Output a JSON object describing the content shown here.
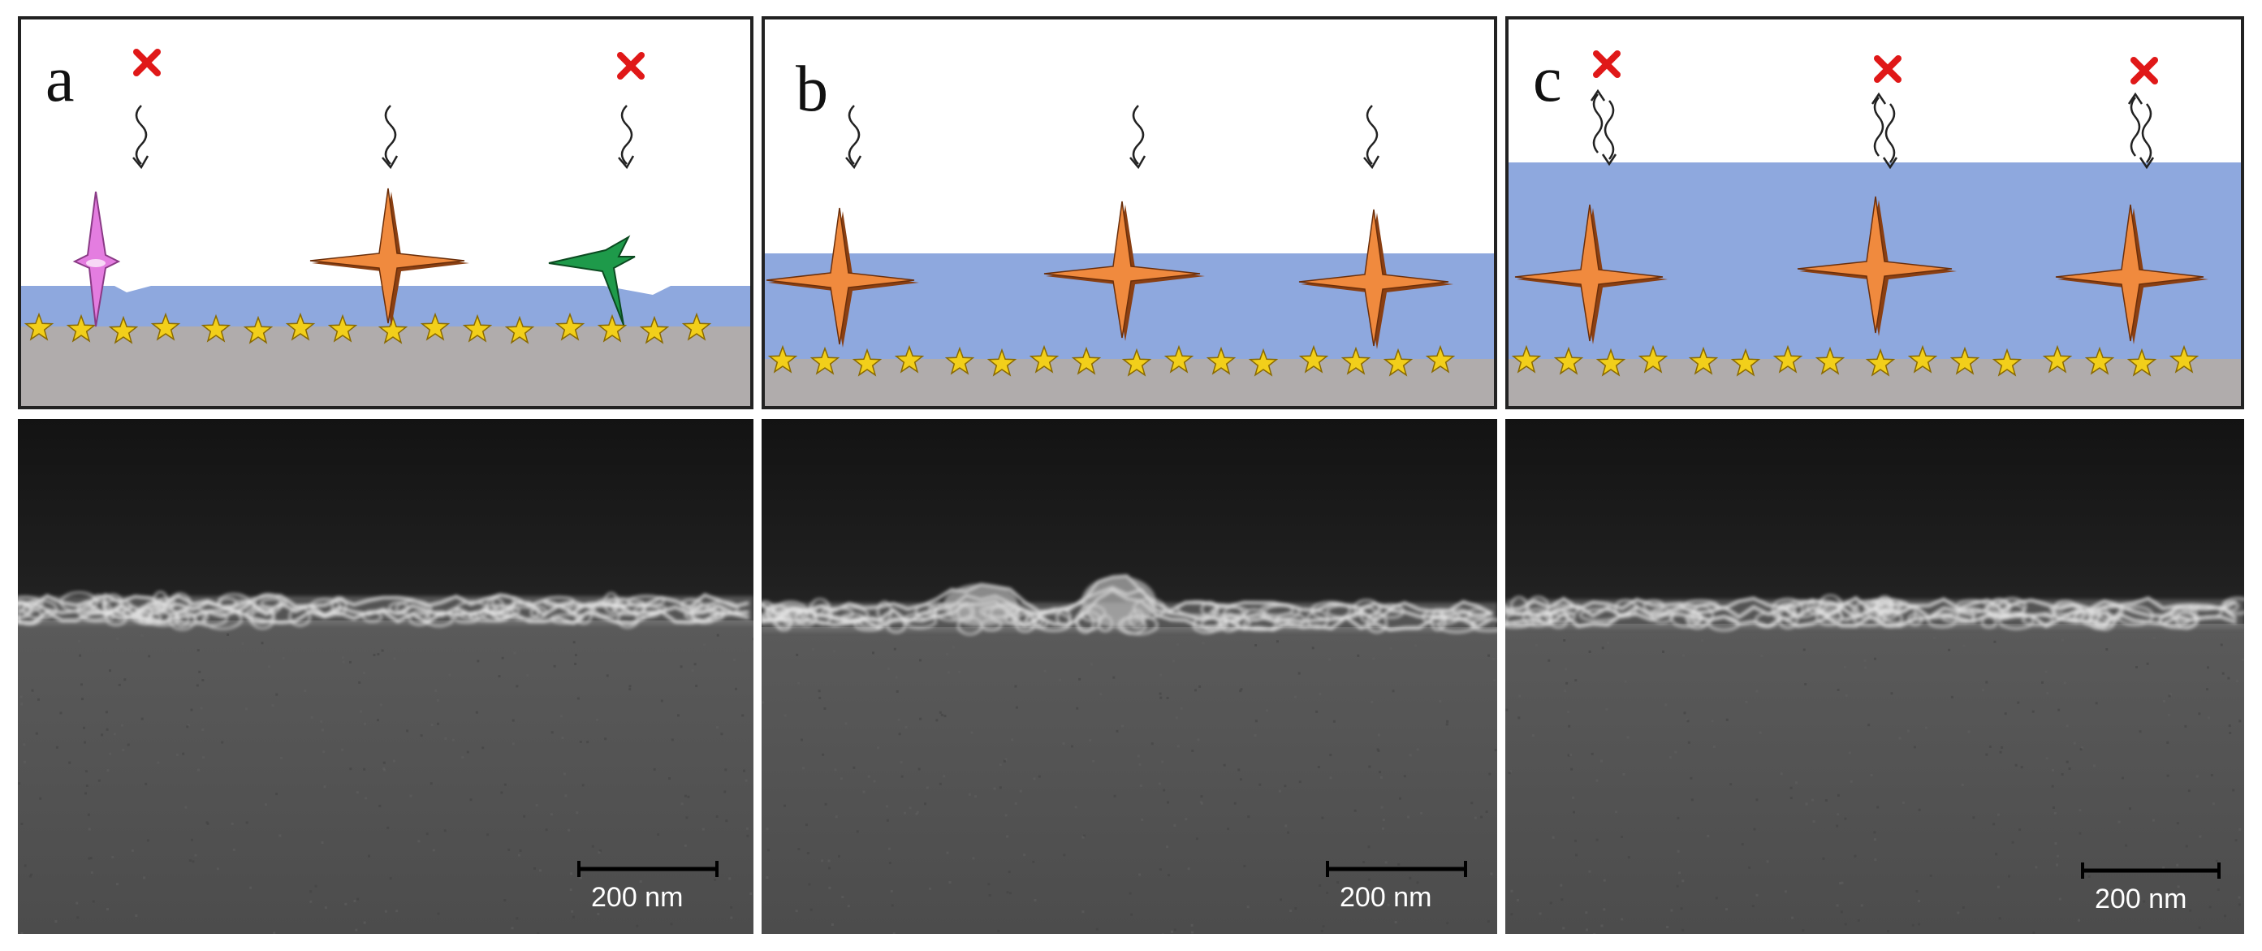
{
  "panels": [
    {
      "label": "a",
      "scale_bar": "200 nm"
    },
    {
      "label": "b",
      "scale_bar": "200 nm"
    },
    {
      "label": "c",
      "scale_bar": "200 nm"
    }
  ],
  "colors": {
    "substrate": "#b0acac",
    "liquid": "#8ea8de",
    "molecule_orange": "#f08a3e",
    "molecule_pink": "#e47de0",
    "molecule_green": "#1e9a4a",
    "surface_stars": "#f2cf1a",
    "reject_mark": "#e01818"
  },
  "icons": [
    "orange-star-molecule",
    "pink-molecule",
    "green-molecule",
    "gold-star",
    "red-x-icon",
    "wavy-arrow-icon"
  ]
}
